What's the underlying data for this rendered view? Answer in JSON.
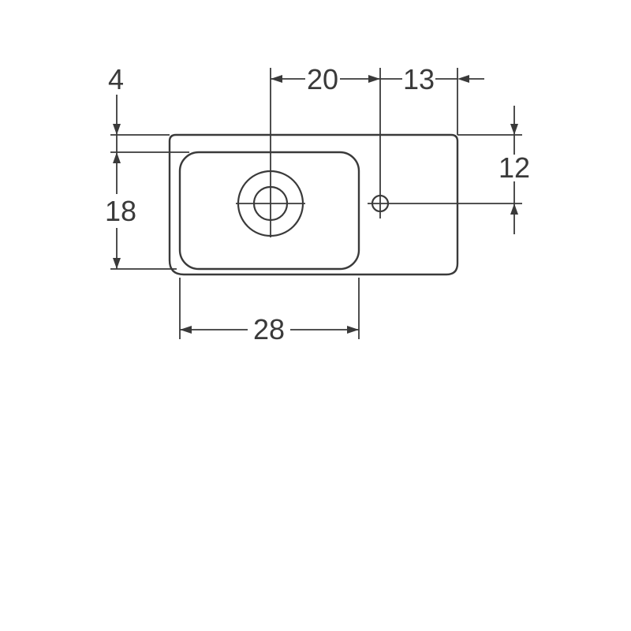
{
  "style": {
    "line_color": "#3a3a3a",
    "background": "#ffffff"
  },
  "dimensions": {
    "rim_to_bowl_gap": {
      "label": "4"
    },
    "taphole_to_sidehole": {
      "label": "20"
    },
    "sidehole_to_edge": {
      "label": "13"
    },
    "edge_to_hole_axis": {
      "label": "12"
    },
    "bowl_depth": {
      "label": "18"
    },
    "bowl_width": {
      "label": "28"
    }
  }
}
